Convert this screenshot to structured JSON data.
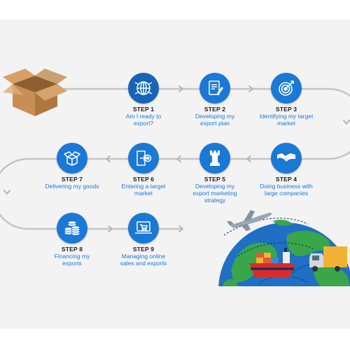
{
  "steps": [
    {
      "label": "STEP 1",
      "lines": [
        "Am I ready to",
        "export?"
      ],
      "icon": "globe-network-icon"
    },
    {
      "label": "STEP 2",
      "lines": [
        "Developing my",
        "export plan"
      ],
      "icon": "document-pen-icon"
    },
    {
      "label": "STEP 3",
      "lines": [
        "Identifying my target",
        "market"
      ],
      "icon": "target-arrow-icon"
    },
    {
      "label": "STEP 4",
      "lines": [
        "Doing business with",
        "large companies"
      ],
      "icon": "handshake-icon"
    },
    {
      "label": "STEP 5",
      "lines": [
        "Developing my",
        "export marketing",
        "strategy"
      ],
      "icon": "chess-rook-icon"
    },
    {
      "label": "STEP 6",
      "lines": [
        "Entering a target",
        "market"
      ],
      "icon": "door-target-icon"
    },
    {
      "label": "STEP 7",
      "lines": [
        "Delivering my goods"
      ],
      "icon": "open-box-icon"
    },
    {
      "label": "STEP 8",
      "lines": [
        "Financing my",
        "exports"
      ],
      "icon": "coin-stacks-icon"
    },
    {
      "label": "STEP 9",
      "lines": [
        "Managing online",
        "sales and exports"
      ],
      "icon": "laptop-cart-icon"
    }
  ],
  "colors": {
    "circle": "#1a78d6",
    "text_blue": "#1a78d6",
    "path": "#c4c4c4",
    "panel": "#f3f3f4"
  }
}
